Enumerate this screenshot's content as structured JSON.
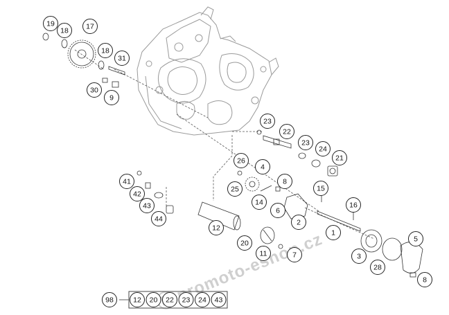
{
  "callouts": [
    {
      "id": "c19",
      "label": "19"
    },
    {
      "id": "c18a",
      "label": "18"
    },
    {
      "id": "c17",
      "label": "17"
    },
    {
      "id": "c18b",
      "label": "18"
    },
    {
      "id": "c31",
      "label": "31"
    },
    {
      "id": "c30",
      "label": "30"
    },
    {
      "id": "c9",
      "label": "9"
    },
    {
      "id": "c23a",
      "label": "23"
    },
    {
      "id": "c22",
      "label": "22"
    },
    {
      "id": "c23b",
      "label": "23"
    },
    {
      "id": "c24",
      "label": "24"
    },
    {
      "id": "c21",
      "label": "21"
    },
    {
      "id": "c26",
      "label": "26"
    },
    {
      "id": "c4",
      "label": "4"
    },
    {
      "id": "c8a",
      "label": "8"
    },
    {
      "id": "c25",
      "label": "25"
    },
    {
      "id": "c15",
      "label": "15"
    },
    {
      "id": "c14",
      "label": "14"
    },
    {
      "id": "c16",
      "label": "16"
    },
    {
      "id": "c6",
      "label": "6"
    },
    {
      "id": "c2",
      "label": "2"
    },
    {
      "id": "c41",
      "label": "41"
    },
    {
      "id": "c42",
      "label": "42"
    },
    {
      "id": "c43",
      "label": "43"
    },
    {
      "id": "c44",
      "label": "44"
    },
    {
      "id": "c12",
      "label": "12"
    },
    {
      "id": "c1",
      "label": "1"
    },
    {
      "id": "c20",
      "label": "20"
    },
    {
      "id": "c11",
      "label": "11"
    },
    {
      "id": "c7",
      "label": "7"
    },
    {
      "id": "c5",
      "label": "5"
    },
    {
      "id": "c3",
      "label": "3"
    },
    {
      "id": "c28",
      "label": "28"
    },
    {
      "id": "c8b",
      "label": "8"
    }
  ],
  "kit": {
    "label": "98",
    "items": [
      "12",
      "20",
      "22",
      "23",
      "24",
      "43"
    ]
  },
  "watermark": {
    "text": "promoto-eshop.cz"
  }
}
